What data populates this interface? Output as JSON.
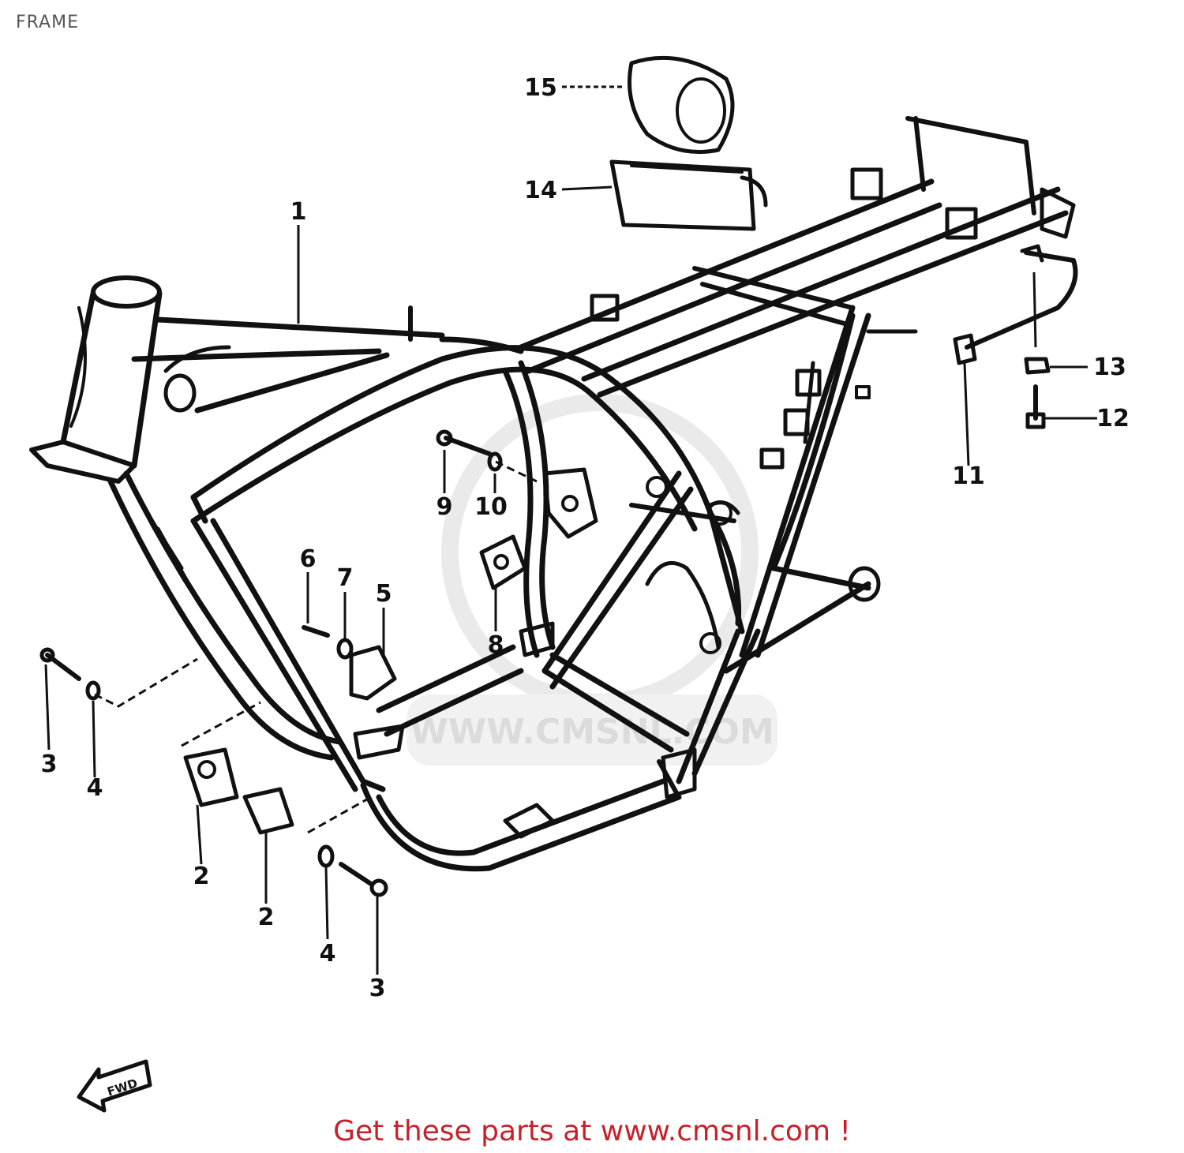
{
  "title": "FRAME",
  "watermark": {
    "text": "WWW.CMSNL.COM",
    "color": "#d9d9d9"
  },
  "callouts": [
    "1",
    "2",
    "2",
    "3",
    "3",
    "4",
    "4",
    "5",
    "6",
    "7",
    "8",
    "9",
    "10",
    "11",
    "12",
    "13",
    "14",
    "15"
  ],
  "fwd_label": "FWD",
  "footer": {
    "text": "Get these parts at www.cmsnl.com !",
    "color": "#c8202a"
  },
  "colors": {
    "line": "#111111",
    "background": "#ffffff"
  }
}
